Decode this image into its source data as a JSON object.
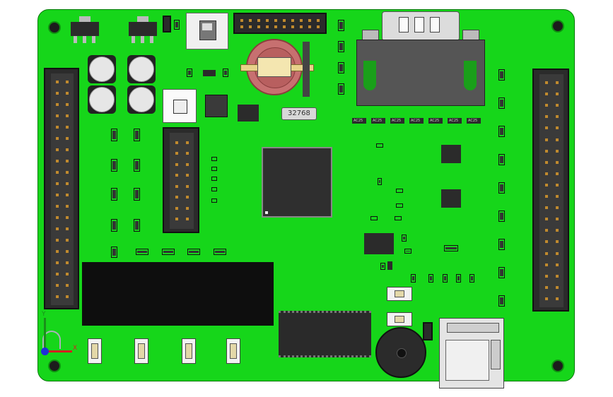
{
  "canvas": {
    "background": "#ffffff"
  },
  "board": {
    "color": "#16d61a",
    "edge_color": "#0a7a0c"
  },
  "components": {
    "crystal_label": "32768",
    "ic_markings": [
      "AC25",
      "AC25",
      "AC25",
      "AC25",
      "AC25",
      "AC25",
      "AC25"
    ]
  },
  "axis_triad": {
    "x_label": "X",
    "y_label": "Y",
    "x_color": "#d42020",
    "y_color": "#1a8f1a",
    "z_color": "#1f2fd8"
  },
  "icons": {
    "mount_holes": "mount-hole-icon",
    "usb": "usb-connector-icon",
    "db9": "db9-connector-icon",
    "battery": "coin-battery-holder-icon",
    "buzzer": "buzzer-icon",
    "sd": "sd-card-slot-icon"
  }
}
